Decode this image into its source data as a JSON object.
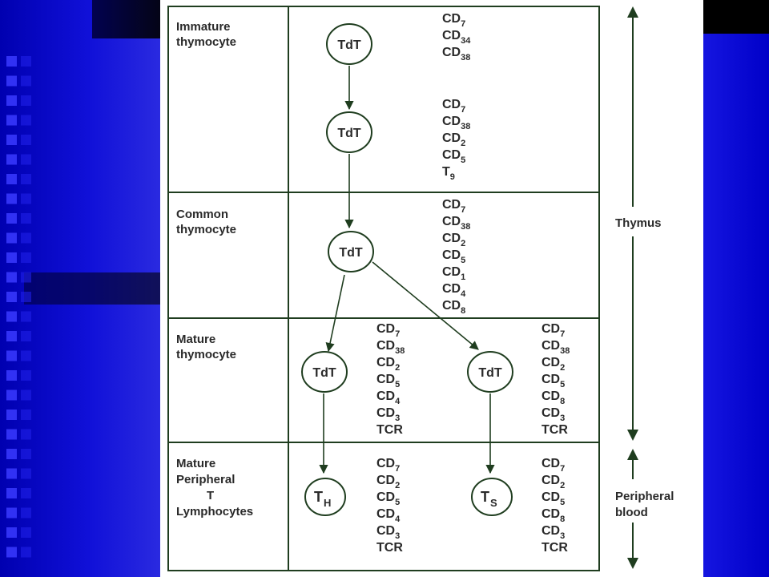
{
  "stages": [
    {
      "label_lines": [
        "Immature",
        "thymocyte"
      ]
    },
    {
      "label_lines": [
        "Common",
        "thymocyte"
      ]
    },
    {
      "label_lines": [
        "Mature",
        "thymocyte"
      ]
    },
    {
      "label_lines": [
        "Mature",
        "Peripheral",
        "T",
        "Lymphocytes"
      ]
    }
  ],
  "cells": {
    "tdt": "TdT",
    "th": {
      "main": "T",
      "sub": "H"
    },
    "ts": {
      "main": "T",
      "sub": "S"
    }
  },
  "marker_groups": [
    [
      [
        "CD",
        "7"
      ],
      [
        "CD",
        "34"
      ],
      [
        "CD",
        "38"
      ]
    ],
    [
      [
        "CD",
        "7"
      ],
      [
        "CD",
        "38"
      ],
      [
        "CD",
        "2"
      ],
      [
        "CD",
        "5"
      ],
      [
        "T",
        "9"
      ]
    ],
    [
      [
        "CD",
        "7"
      ],
      [
        "CD",
        "38"
      ],
      [
        "CD",
        "2"
      ],
      [
        "CD",
        "5"
      ],
      [
        "CD",
        "1"
      ],
      [
        "CD",
        "4"
      ],
      [
        "CD",
        "8"
      ]
    ],
    [
      [
        "CD",
        "7"
      ],
      [
        "CD",
        "38"
      ],
      [
        "CD",
        "2"
      ],
      [
        "CD",
        "5"
      ],
      [
        "CD",
        "4"
      ],
      [
        "CD",
        "3"
      ],
      [
        "TCR",
        ""
      ]
    ],
    [
      [
        "CD",
        "7"
      ],
      [
        "CD",
        "38"
      ],
      [
        "CD",
        "2"
      ],
      [
        "CD",
        "5"
      ],
      [
        "CD",
        "8"
      ],
      [
        "CD",
        "3"
      ],
      [
        "TCR",
        ""
      ]
    ],
    [
      [
        "CD",
        "7"
      ],
      [
        "CD",
        "2"
      ],
      [
        "CD",
        "5"
      ],
      [
        "CD",
        "4"
      ],
      [
        "CD",
        "3"
      ],
      [
        "TCR",
        ""
      ]
    ],
    [
      [
        "CD",
        "7"
      ],
      [
        "CD",
        "2"
      ],
      [
        "CD",
        "5"
      ],
      [
        "CD",
        "8"
      ],
      [
        "CD",
        "3"
      ],
      [
        "TCR",
        ""
      ]
    ]
  ],
  "side_labels": {
    "thymus": "Thymus",
    "peripheral_lines": [
      "Peripheral",
      "blood"
    ]
  },
  "colors": {
    "line": "#1f3d1f",
    "text": "#2a2a2a",
    "background_blue": "#0000cc"
  }
}
